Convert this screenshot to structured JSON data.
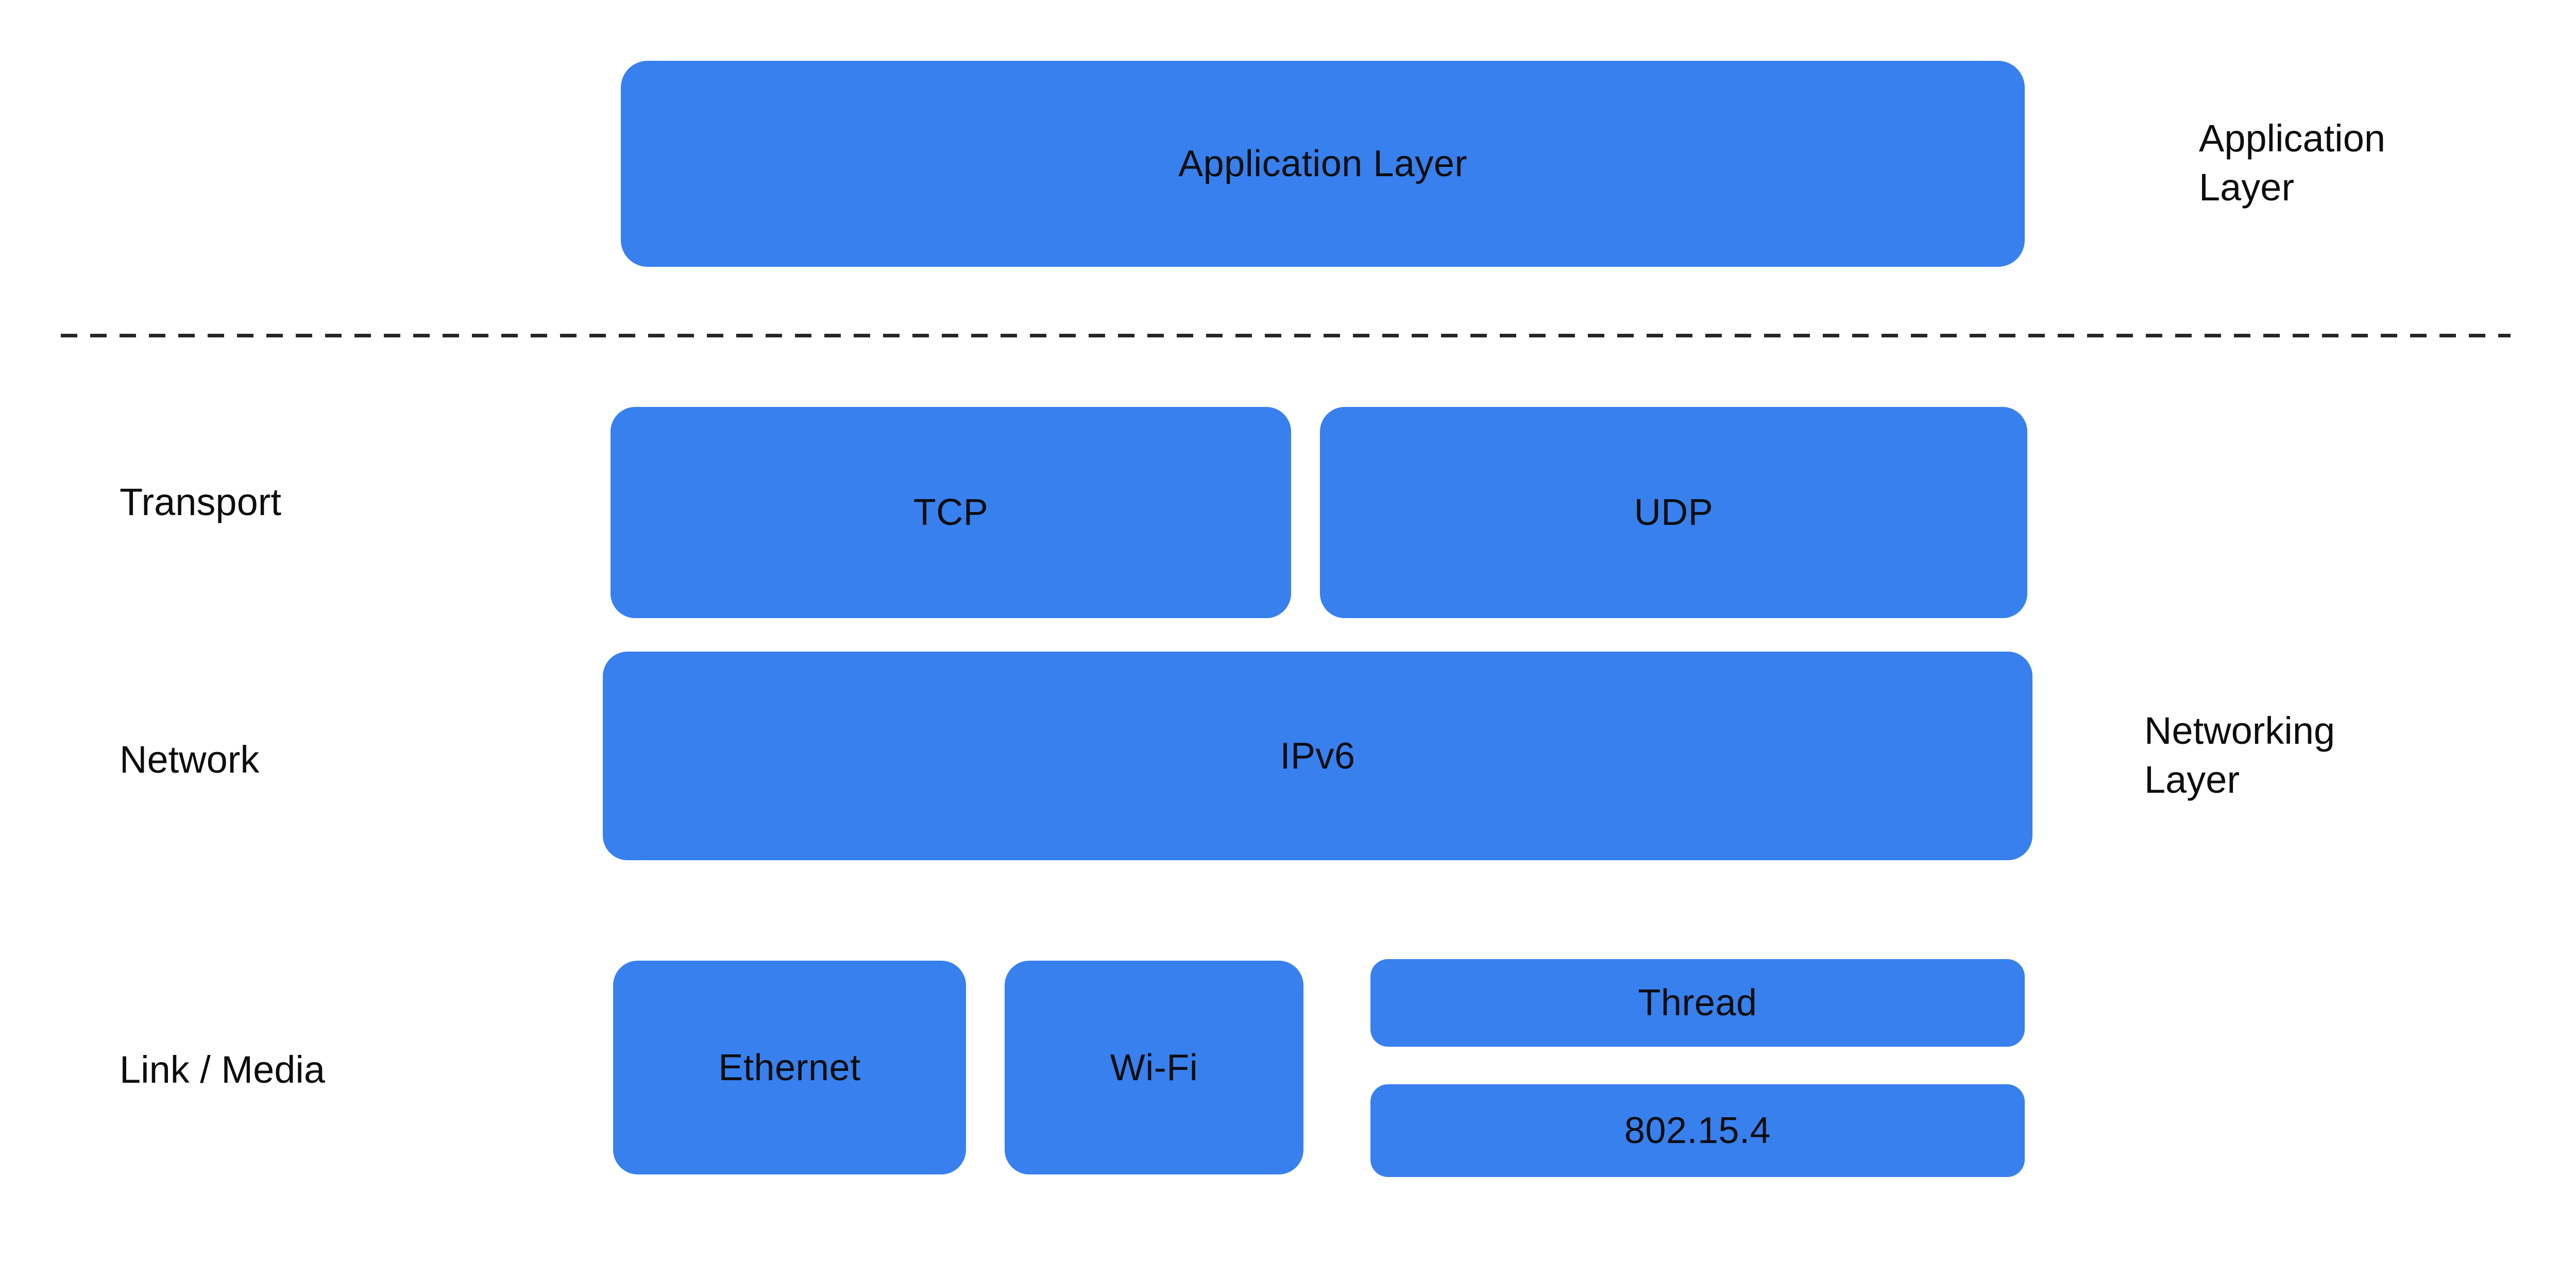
{
  "diagram": {
    "accent_color": "#3780EE",
    "text_color": "#0d0d0d",
    "divider_color": "#262626",
    "background_color": "#ffffff",
    "boxes": {
      "application": {
        "label": "Application Layer"
      },
      "tcp": {
        "label": "TCP"
      },
      "udp": {
        "label": "UDP"
      },
      "ipv6": {
        "label": "IPv6"
      },
      "ethernet": {
        "label": "Ethernet"
      },
      "wifi": {
        "label": "Wi-Fi"
      },
      "thread": {
        "label": "Thread"
      },
      "ieee802154": {
        "label": "802.15.4"
      }
    },
    "row_labels": {
      "transport": "Transport",
      "network": "Network",
      "link_media": "Link / Media"
    },
    "group_labels": {
      "application": "Application\nLayer",
      "networking": "Networking\nLayer"
    }
  }
}
